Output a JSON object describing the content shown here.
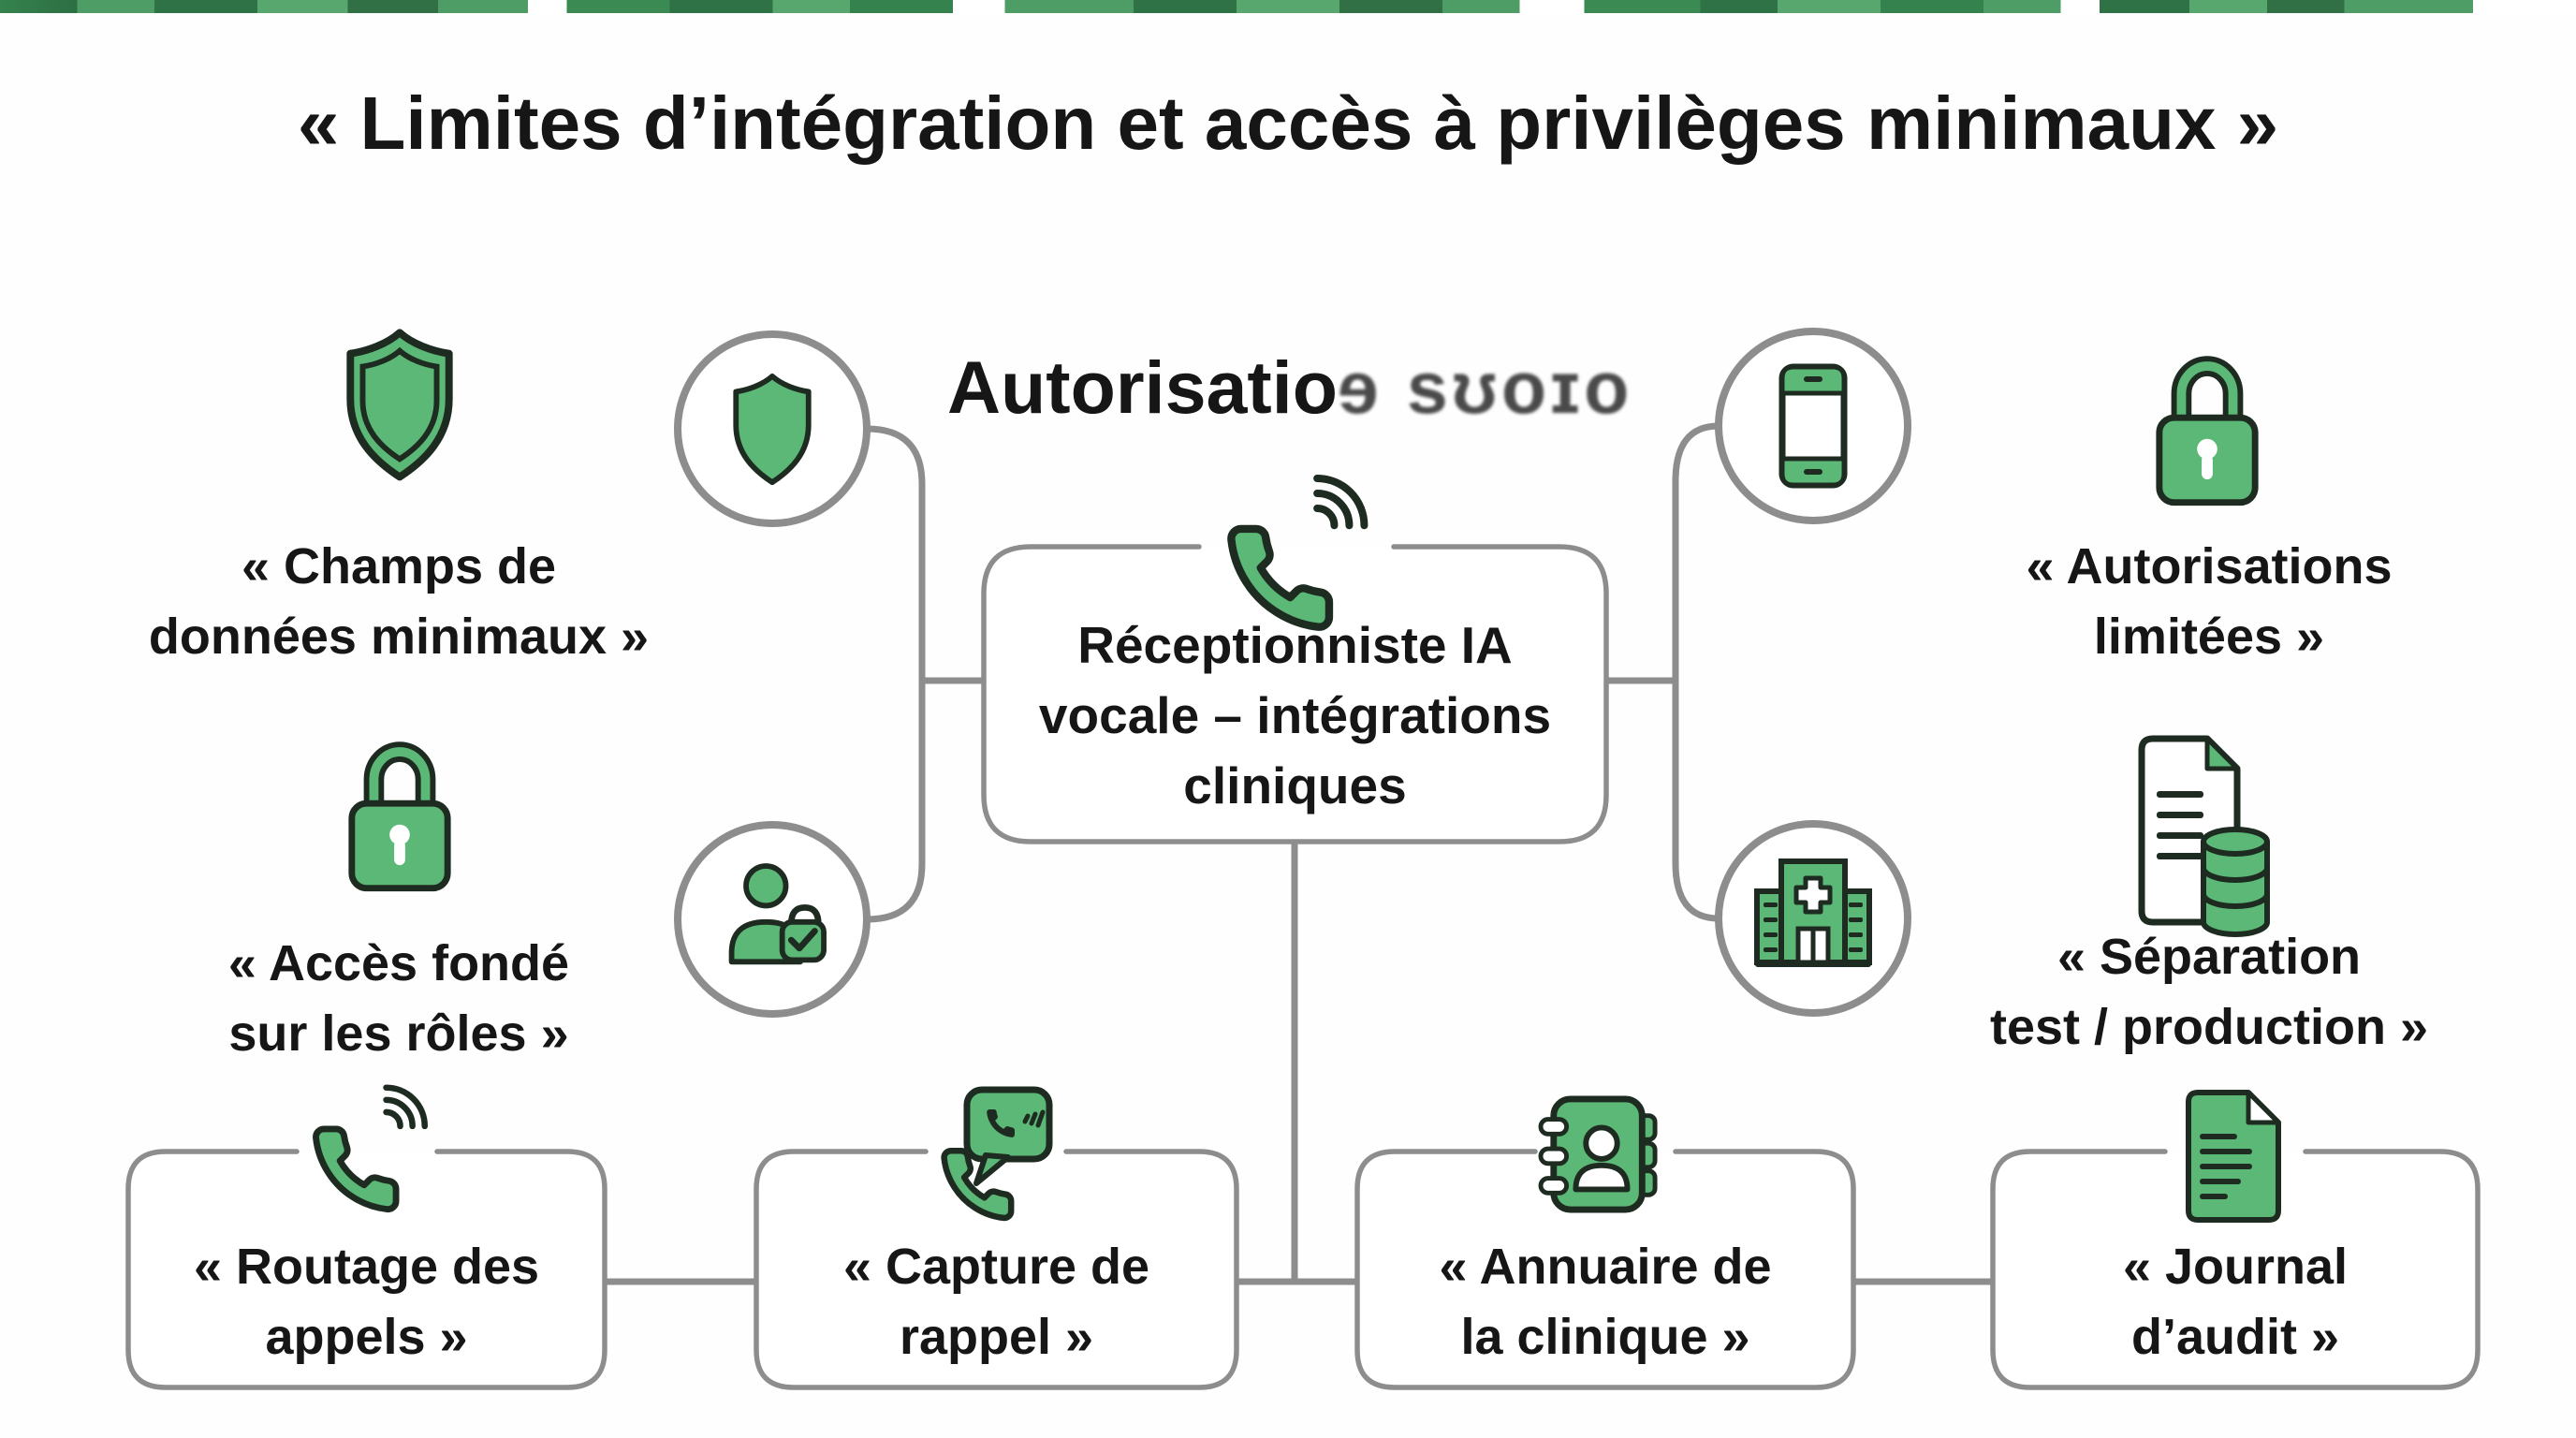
{
  "title": "« Limites d’intégration et accès à privilèges minimaux »",
  "subtitle": {
    "main": "Autorisatio",
    "garbled": "ɘ sʊoɪo"
  },
  "center_node": {
    "icon": "phone-call-icon",
    "lines": [
      "Réceptionniste IA",
      "vocale – intégrations",
      "cliniques"
    ]
  },
  "annotations": {
    "left": [
      {
        "icon": "shield-icon",
        "lines": [
          "« Champs de",
          "données minimaux »"
        ]
      },
      {
        "icon": "lock-icon",
        "lines": [
          "« Accès fondé",
          "sur les rôles »"
        ]
      }
    ],
    "right": [
      {
        "icon": "lock-icon",
        "lines": [
          "« Autorisations",
          "limitées »"
        ]
      },
      {
        "icon": "document-database-icon",
        "lines": [
          "« Séparation",
          "test / production »"
        ]
      }
    ]
  },
  "satellites": [
    {
      "icon": "shield-icon"
    },
    {
      "icon": "user-check-icon"
    },
    {
      "icon": "smartphone-icon"
    },
    {
      "icon": "hospital-icon"
    }
  ],
  "bottom_nodes": [
    {
      "icon": "phone-call-icon",
      "lines": [
        "« Routage des",
        "appels »"
      ]
    },
    {
      "icon": "callback-message-icon",
      "lines": [
        "« Capture de",
        "rappel »"
      ]
    },
    {
      "icon": "address-book-icon",
      "lines": [
        "« Annuaire de",
        "la clinique »"
      ]
    },
    {
      "icon": "audit-log-icon",
      "lines": [
        "« Journal",
        "d’audit »"
      ]
    }
  ],
  "colors": {
    "green": "#5cb877",
    "outline": "#1e2b21",
    "line_gray": "#8d8d8d",
    "text": "#161616",
    "strip_green": "#4f9d66"
  }
}
